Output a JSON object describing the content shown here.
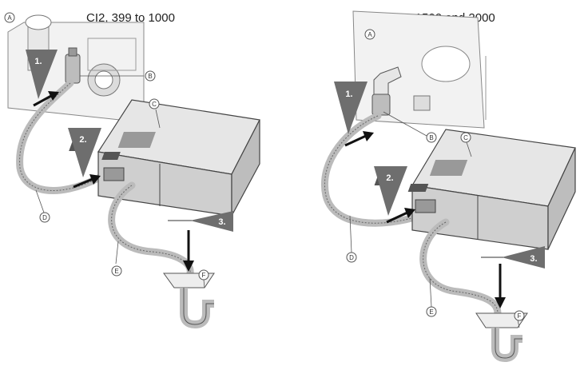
{
  "left": {
    "title": "CI2, 399 to 1000",
    "labels": {
      "a": "A",
      "b": "B",
      "c": "C",
      "d": "D",
      "e": "E",
      "f": "F"
    },
    "steps": {
      "s1": "1.",
      "s2": "2.",
      "s3": "3."
    }
  },
  "right": {
    "title": "CI2, 1500 and 2000",
    "labels": {
      "a": "A",
      "b": "B",
      "c": "C",
      "d": "D",
      "e": "E",
      "f": "F"
    },
    "steps": {
      "s1": "1.",
      "s2": "2.",
      "s3": "3."
    }
  },
  "colors": {
    "line": "#444444",
    "fill_light": "#e6e6e6",
    "fill_mid": "#bdbdbd",
    "fill_dark": "#555555",
    "step_marker": "#6e6e6e"
  }
}
